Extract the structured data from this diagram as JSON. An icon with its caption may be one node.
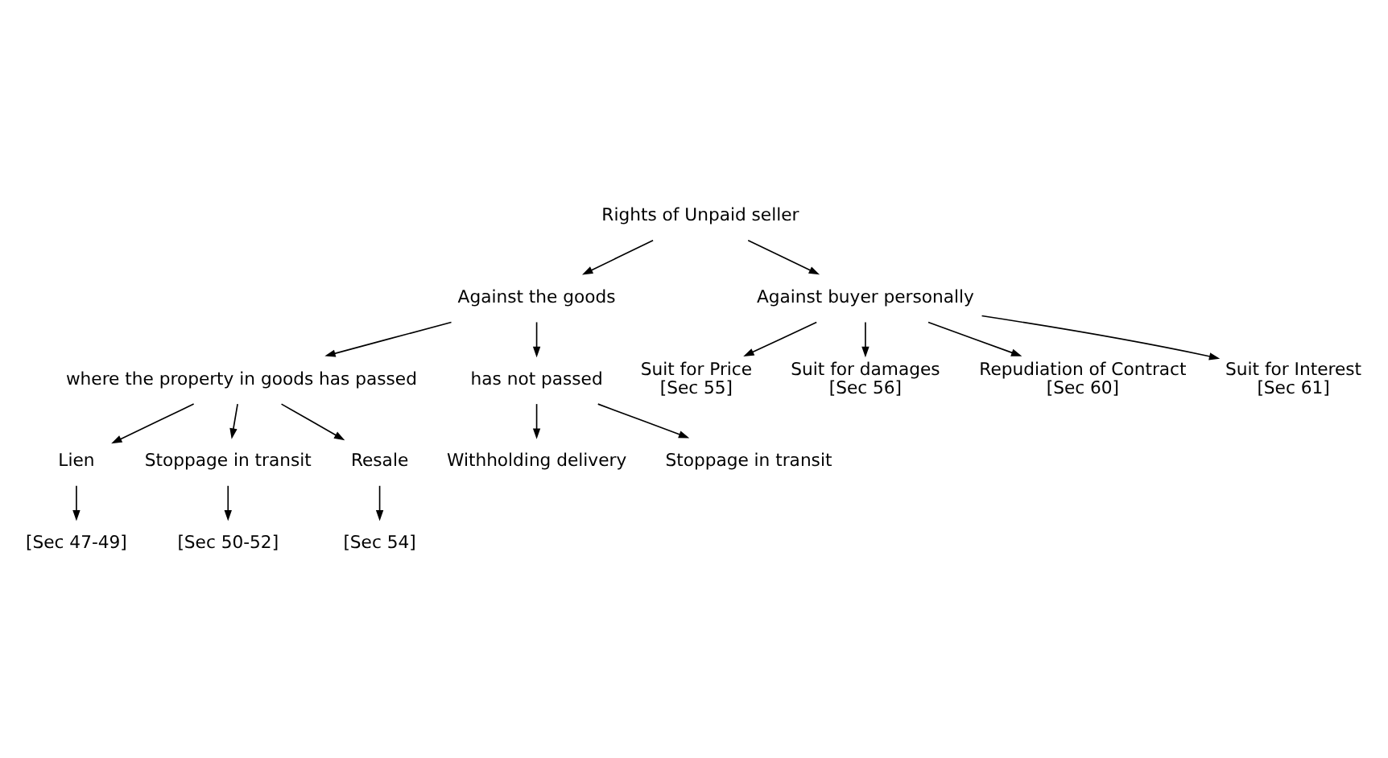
{
  "diagram": {
    "nodes": [
      {
        "text": [
          "Rights of Unpaid seller"
        ]
      },
      {
        "text": [
          "Against the goods"
        ]
      },
      {
        "text": [
          "Against buyer personally"
        ]
      },
      {
        "text": [
          "where the property in goods has passed"
        ]
      },
      {
        "text": [
          "has not passed"
        ]
      },
      {
        "text": [
          "Lien"
        ]
      },
      {
        "text": [
          "Stoppage in transit"
        ]
      },
      {
        "text": [
          "Resale"
        ]
      },
      {
        "text": [
          "[Sec 47-49]"
        ]
      },
      {
        "text": [
          "[Sec 50-52]"
        ]
      },
      {
        "text": [
          "[Sec 54]"
        ]
      },
      {
        "text": [
          "Withholding delivery"
        ]
      },
      {
        "text": [
          "Stoppage in transit"
        ]
      },
      {
        "text": [
          "Suit for Price",
          "[Sec 55]"
        ]
      },
      {
        "text": [
          "Suit for damages",
          "[Sec 56]"
        ]
      },
      {
        "text": [
          "Repudiation of Contract",
          "[Sec 60]"
        ]
      },
      {
        "text": [
          "Suit for Interest",
          "[Sec 61]"
        ]
      }
    ],
    "edges": [
      {
        "from": 0,
        "to": 1,
        "arrow": "to"
      },
      {
        "from": 0,
        "to": 2,
        "arrow": "to"
      },
      {
        "from": 1,
        "to": 3,
        "arrow": "to"
      },
      {
        "from": 1,
        "to": 4,
        "arrow": "to"
      },
      {
        "from": 3,
        "to": 5,
        "arrow": "to"
      },
      {
        "from": 3,
        "to": 6,
        "arrow": "to"
      },
      {
        "from": 3,
        "to": 7,
        "arrow": "to"
      },
      {
        "from": 5,
        "to": 8,
        "arrow": "to"
      },
      {
        "from": 6,
        "to": 9,
        "arrow": "to"
      },
      {
        "from": 7,
        "to": 10,
        "arrow": "to"
      },
      {
        "from": 4,
        "to": 11,
        "arrow": "to"
      },
      {
        "from": 4,
        "to": 12,
        "arrow": "to"
      },
      {
        "from": 2,
        "to": 13,
        "arrow": "to"
      },
      {
        "from": 2,
        "to": 14,
        "arrow": "to"
      },
      {
        "from": 2,
        "to": 15,
        "arrow": "to"
      },
      {
        "from": 2,
        "to": 16,
        "arrow": "to"
      }
    ]
  }
}
